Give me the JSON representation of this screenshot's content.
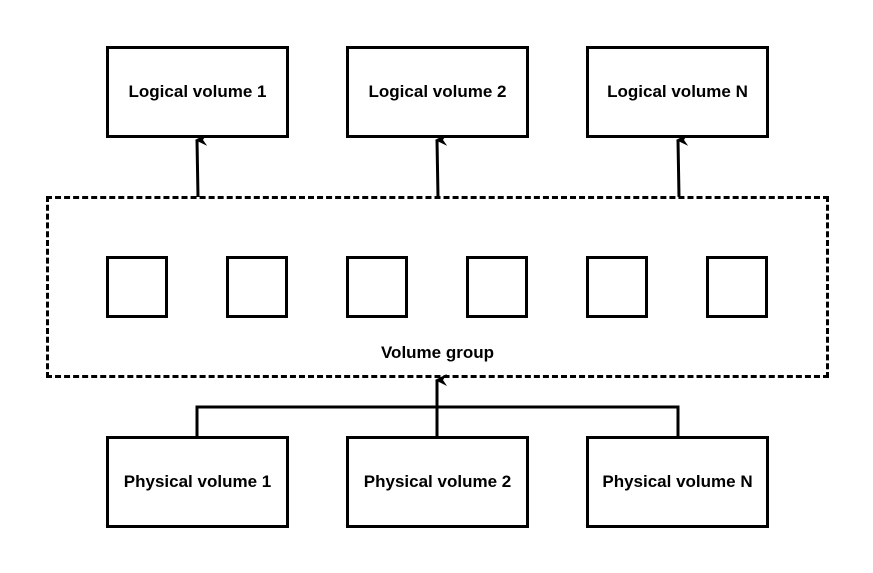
{
  "logical_volumes": [
    {
      "label": "Logical volume 1"
    },
    {
      "label": "Logical volume 2"
    },
    {
      "label": "Logical volume N"
    }
  ],
  "volume_group": {
    "label": "Volume group",
    "extent_count": 6
  },
  "physical_volumes": [
    {
      "label": "Physical volume 1"
    },
    {
      "label": "Physical volume 2"
    },
    {
      "label": "Physical volume N"
    }
  ],
  "colors": {
    "stroke": "#000000",
    "fill": "#ffffff"
  }
}
